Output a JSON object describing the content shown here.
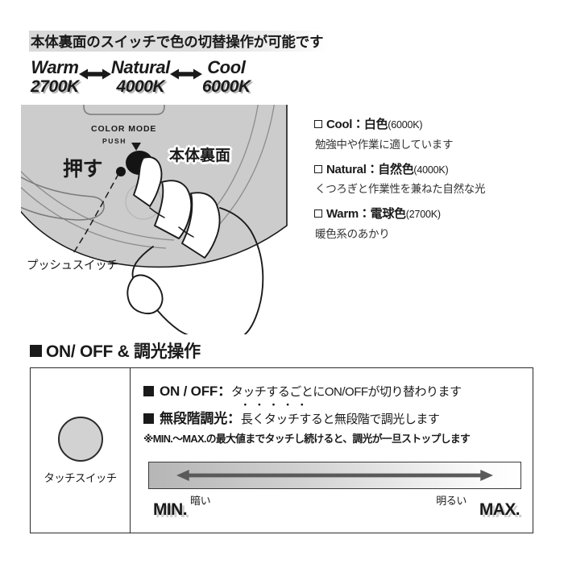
{
  "color_section": {
    "heading": "本体裏面のスイッチで色の切替操作が可能です",
    "temperatures": [
      {
        "name": "Warm",
        "kelvin": "2700K"
      },
      {
        "name": "Natural",
        "kelvin": "4000K"
      },
      {
        "name": "Cool",
        "kelvin": "6000K"
      }
    ],
    "arrow_icon": "double-arrow-horizontal",
    "illustration": {
      "alt": "本体裏面のカラーモードスイッチを指で押すイラスト",
      "labels": {
        "color_mode": "COLOR MODE",
        "push": "PUSH",
        "osu": "押す",
        "back_of_unit": "本体裏面",
        "push_switch": "プッシュスイッチ"
      },
      "body_color": "#cccccc",
      "outline_color": "#1a1a1a"
    },
    "modes": [
      {
        "checkbox": "□",
        "en": "Cool",
        "separator": "：",
        "jp": "白色",
        "kelvin": "(6000K)",
        "desc": "勉強中や作業に適しています"
      },
      {
        "checkbox": "□",
        "en": "Natural",
        "separator": "：",
        "jp": "自然色",
        "kelvin": "(4000K)",
        "desc": "くつろぎと作業性を兼ねた自然な光"
      },
      {
        "checkbox": "□",
        "en": "Warm",
        "separator": "：",
        "jp": "電球色",
        "kelvin": "(2700K)",
        "desc": "暖色系のあかり"
      }
    ]
  },
  "onoff_section": {
    "heading": "ON/ OFF & 調光操作",
    "touch_cell": {
      "switch_icon": "touch-switch-circle",
      "caption": "タッチスイッチ",
      "circle_fill": "#d2d2d2"
    },
    "bullets": [
      {
        "key": "ON / OFF",
        "separator": "：",
        "value": "タッチするごとにON/OFFが切り替わります",
        "emphasis": ""
      },
      {
        "key": "無段階調光",
        "separator": "：",
        "emphasis": "長くタッチする",
        "value": "と無段階で調光します"
      }
    ],
    "note": "※MIN.～MAX.の最大値までタッチし続けると、調光が一旦ストップします",
    "slider": {
      "arrow_icon": "double-arrow-horizontal",
      "gradient_from": "#b6b6b6",
      "gradient_to": "#ffffff",
      "min_label": "MIN.",
      "max_label": "MAX.",
      "dark_label": "暗い",
      "bright_label": "明るい"
    }
  }
}
